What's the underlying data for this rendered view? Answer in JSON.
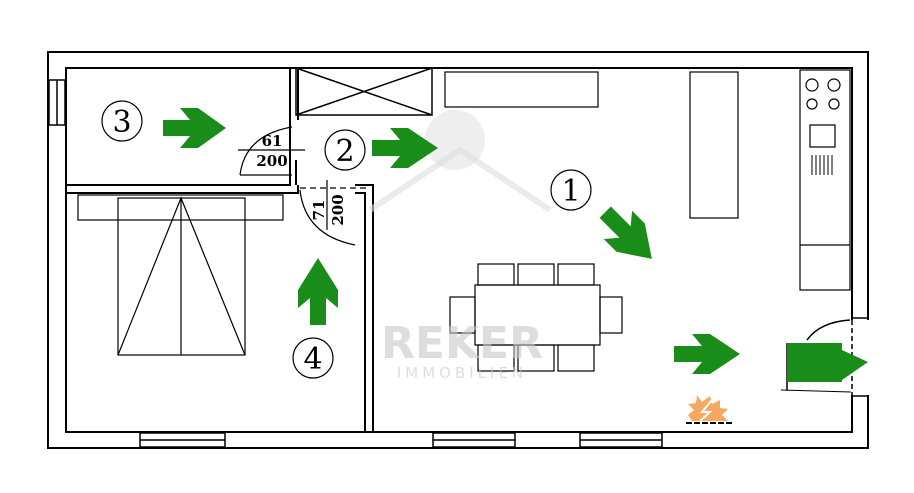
{
  "rooms": [
    {
      "number": "1"
    },
    {
      "number": "2"
    },
    {
      "number": "3"
    },
    {
      "number": "4"
    }
  ],
  "doors": [
    {
      "width": "61",
      "height": "200"
    },
    {
      "width": "71",
      "height": "200"
    }
  ],
  "watermark": {
    "name": "REKER",
    "sub": "IMMOBILIEN"
  },
  "colors": {
    "arrow": "#1a8c1a",
    "wall": "#000000",
    "electric": "#f4a860"
  }
}
